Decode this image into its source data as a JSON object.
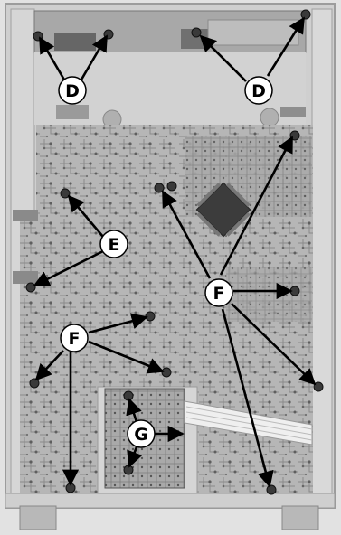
{
  "labels": {
    "d_left": "D",
    "d_right": "D",
    "e": "E",
    "f_right": "F",
    "f_left": "F",
    "g": "G"
  },
  "colors": {
    "board": "#b9b9b9",
    "case": "#d8d8d8",
    "trace": "#7a7a7a",
    "arrow": "#000000",
    "label_bg": "#ffffff"
  }
}
